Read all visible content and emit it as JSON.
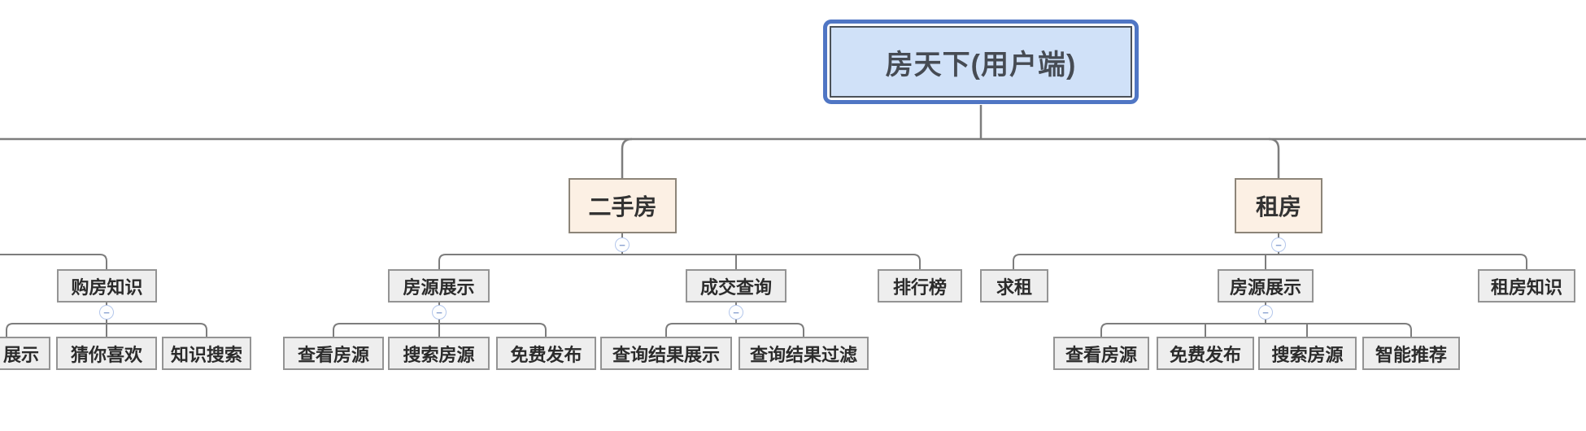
{
  "mindmap": {
    "root": {
      "label": "房天下(用户端)"
    },
    "collapse_glyph": "−",
    "branches": [
      {
        "label": "二手房",
        "children": [
          {
            "label": "房源展示",
            "children": [
              {
                "label": "查看房源"
              },
              {
                "label": "搜索房源"
              },
              {
                "label": "免费发布"
              }
            ]
          },
          {
            "label": "成交查询",
            "children": [
              {
                "label": "查询结果展示"
              },
              {
                "label": "查询结果过滤"
              }
            ]
          },
          {
            "label": "排行榜",
            "children": []
          }
        ]
      },
      {
        "label": "租房",
        "children": [
          {
            "label": "求租",
            "children": []
          },
          {
            "label": "房源展示",
            "children": [
              {
                "label": "查看房源"
              },
              {
                "label": "免费发布"
              },
              {
                "label": "搜索房源"
              },
              {
                "label": "智能推荐"
              }
            ]
          },
          {
            "label": "租房知识",
            "children": []
          }
        ]
      }
    ],
    "left_partial_branch": {
      "children": [
        {
          "label": "购房知识",
          "children": [
            {
              "label": "展示"
            },
            {
              "label": "猜你喜欢"
            },
            {
              "label": "知识搜索"
            }
          ]
        }
      ]
    },
    "palette": {
      "root_fill": "#d0e1f8",
      "root_outer_border": "#5076c4",
      "root_inner_border": "#4b5158",
      "branch_fill": "#fcf0e4",
      "branch_border": "#8d8579",
      "node_fill": "#eeeeee",
      "node_border": "#949494",
      "connector": "#7d7d7d",
      "collapse_border": "#b4c7ec",
      "collapse_glyph_color": "#8ea5d2"
    }
  }
}
